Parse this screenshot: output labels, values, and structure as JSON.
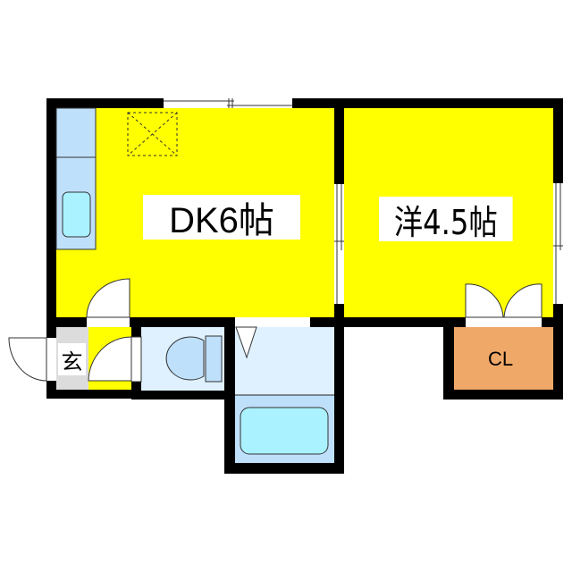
{
  "floor_plan": {
    "rooms": [
      {
        "id": "dk",
        "label": "DK6帖",
        "type": "dining-kitchen",
        "size_jo": 6
      },
      {
        "id": "western",
        "label": "洋4.5帖",
        "type": "western-room",
        "size_jo": 4.5
      },
      {
        "id": "genkan",
        "label": "玄",
        "type": "entrance"
      },
      {
        "id": "closet",
        "label": "CL",
        "type": "closet"
      },
      {
        "id": "toilet",
        "label": "",
        "type": "toilet"
      },
      {
        "id": "bath",
        "label": "",
        "type": "bathroom"
      }
    ],
    "colors": {
      "room_floor": "#ffff00",
      "wall": "#000000",
      "wet_area": "#dff1ff",
      "fixture": "#bfe0fb",
      "tub": "#aaf2ff",
      "closet": "#f0a868",
      "genkan": "#dcdcdc"
    },
    "fixtures": [
      "kitchen-counter",
      "sink",
      "ceiling-storage",
      "toilet-bowl",
      "bathtub"
    ]
  }
}
